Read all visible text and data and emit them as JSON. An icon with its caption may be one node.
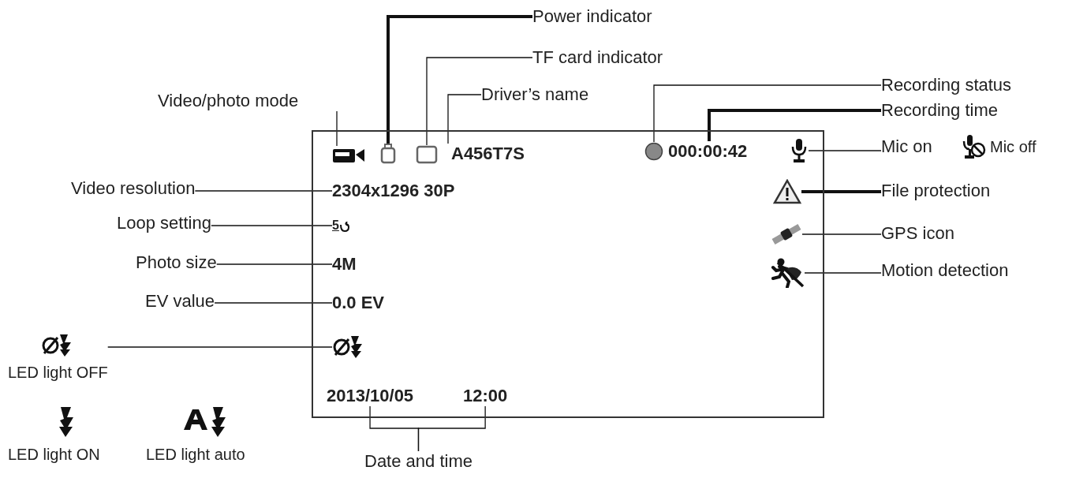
{
  "diagram": {
    "nodes": [
      {
        "text": [],
        "shape": "box"
      },
      {
        "text": [],
        "shape": "camera",
        "in": 0
      },
      {
        "text": [],
        "shape": "battery",
        "in": 0
      },
      {
        "text": [],
        "shape": "card",
        "in": 0
      },
      {
        "text": [
          "A456T7S"
        ],
        "in": 0
      },
      {
        "text": [],
        "shape": "circle",
        "in": 0
      },
      {
        "text": [
          "000:00:42"
        ],
        "in": 0
      },
      {
        "text": [],
        "shape": "microphone",
        "in": 0
      },
      {
        "text": [
          "2304x1296 30P"
        ],
        "in": 0
      },
      {
        "text": [
          "5"
        ],
        "in": 0
      },
      {
        "text": [
          "4M"
        ],
        "in": 0
      },
      {
        "text": [
          "0.0 EV"
        ],
        "in": 0
      },
      {
        "text": [],
        "shape": "flash",
        "in": 0
      },
      {
        "text": [],
        "shape": "triangle",
        "in": 0
      },
      {
        "text": [],
        "shape": "satellite",
        "in": 0
      },
      {
        "text": [],
        "shape": "person",
        "in": 0
      },
      {
        "text": [
          "2013/10/05"
        ],
        "in": 0
      },
      {
        "text": [
          "12:00"
        ],
        "in": 0
      },
      {
        "text": [
          "Video/photo mode"
        ]
      },
      {
        "text": [
          "Power indicator"
        ]
      },
      {
        "text": [
          "TF card indicator"
        ]
      },
      {
        "text": [
          "Driver’s name"
        ]
      },
      {
        "text": [
          "Recording status"
        ]
      },
      {
        "text": [
          "Recording time"
        ]
      },
      {
        "text": [
          "Mic on"
        ]
      },
      {
        "text": [
          "Video resolution"
        ]
      },
      {
        "text": [
          "Loop setting"
        ]
      },
      {
        "text": [
          "Photo size"
        ]
      },
      {
        "text": [
          "EV value"
        ]
      },
      {
        "text": [
          "File protection"
        ]
      },
      {
        "text": [
          "GPS icon"
        ]
      },
      {
        "text": [
          "Motion detection"
        ]
      },
      {
        "text": [
          "LED light OFF"
        ]
      },
      {
        "text": [
          "Date and time"
        ]
      }
    ],
    "edges": [
      {
        "from": 18,
        "to": 1,
        "arrow": "none"
      },
      {
        "from": 19,
        "to": 2,
        "arrow": "none",
        "style": "thick"
      },
      {
        "from": 20,
        "to": 3,
        "arrow": "none"
      },
      {
        "from": 21,
        "to": 4,
        "arrow": "none"
      },
      {
        "from": 22,
        "to": 5,
        "arrow": "none"
      },
      {
        "from": 23,
        "to": 6,
        "arrow": "none",
        "style": "thick"
      },
      {
        "from": 24,
        "to": 7,
        "arrow": "none"
      },
      {
        "from": 25,
        "to": 8,
        "arrow": "none"
      },
      {
        "from": 26,
        "to": 9,
        "arrow": "none"
      },
      {
        "from": 27,
        "to": 10,
        "arrow": "none"
      },
      {
        "from": 28,
        "to": 11,
        "arrow": "none"
      },
      {
        "from": 29,
        "to": 13,
        "arrow": "none",
        "style": "thick"
      },
      {
        "from": 30,
        "to": 14,
        "arrow": "none"
      },
      {
        "from": 31,
        "to": 15,
        "arrow": "none"
      },
      {
        "from": 32,
        "to": 12,
        "arrow": "none"
      },
      {
        "from": 33,
        "to": 16,
        "arrow": "none"
      },
      {
        "from": 33,
        "to": 17,
        "arrow": "none"
      }
    ],
    "labels": [
      "Mic off",
      "LED light ON",
      "LED light auto"
    ]
  }
}
